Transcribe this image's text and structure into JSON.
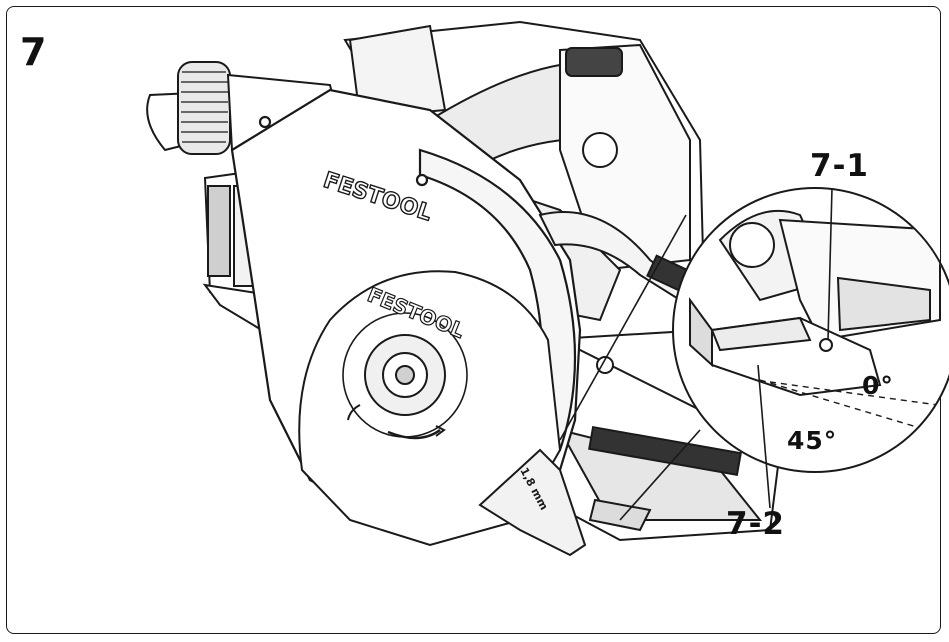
{
  "figure": {
    "number": "7",
    "callouts": {
      "part_1": "7-1",
      "part_2": "7-2"
    },
    "bevel_angles": {
      "zero": "0°",
      "forty_five": "45°"
    },
    "brand": "FESTOOL",
    "blade_text": "FESTOOL",
    "blade_label": "1,8 mm",
    "colors": {
      "line": "#1a1a1a",
      "background": "#ffffff",
      "shade": "#dcdcdc",
      "dark": "#222222"
    },
    "icons": [
      "circular-saw-illustration",
      "magnifier-detail-circle"
    ]
  }
}
